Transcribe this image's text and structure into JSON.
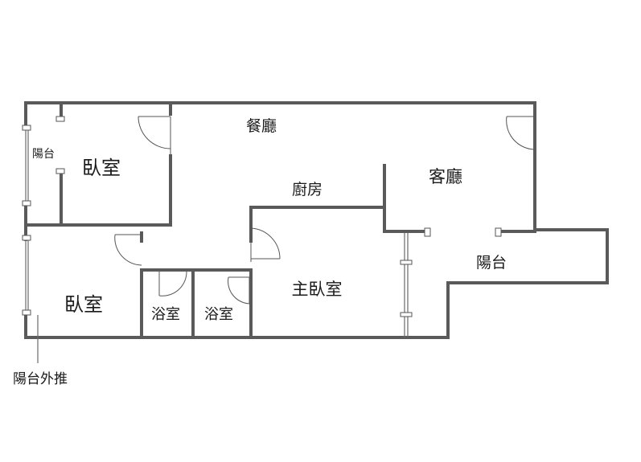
{
  "rooms": {
    "dining": "餐廳",
    "bedroom_top": "臥室",
    "balcony_left": "陽台",
    "kitchen": "廚房",
    "living": "客廳",
    "balcony_right": "陽台",
    "bedroom_bottom": "臥室",
    "bath_left": "浴室",
    "bath_right": "浴室",
    "master_bedroom": "主臥室"
  },
  "annotations": {
    "balcony_extension": "陽台外推"
  },
  "colors": {
    "wall": "#5a5a5a",
    "text": "#1a1a1a",
    "background": "#ffffff"
  }
}
